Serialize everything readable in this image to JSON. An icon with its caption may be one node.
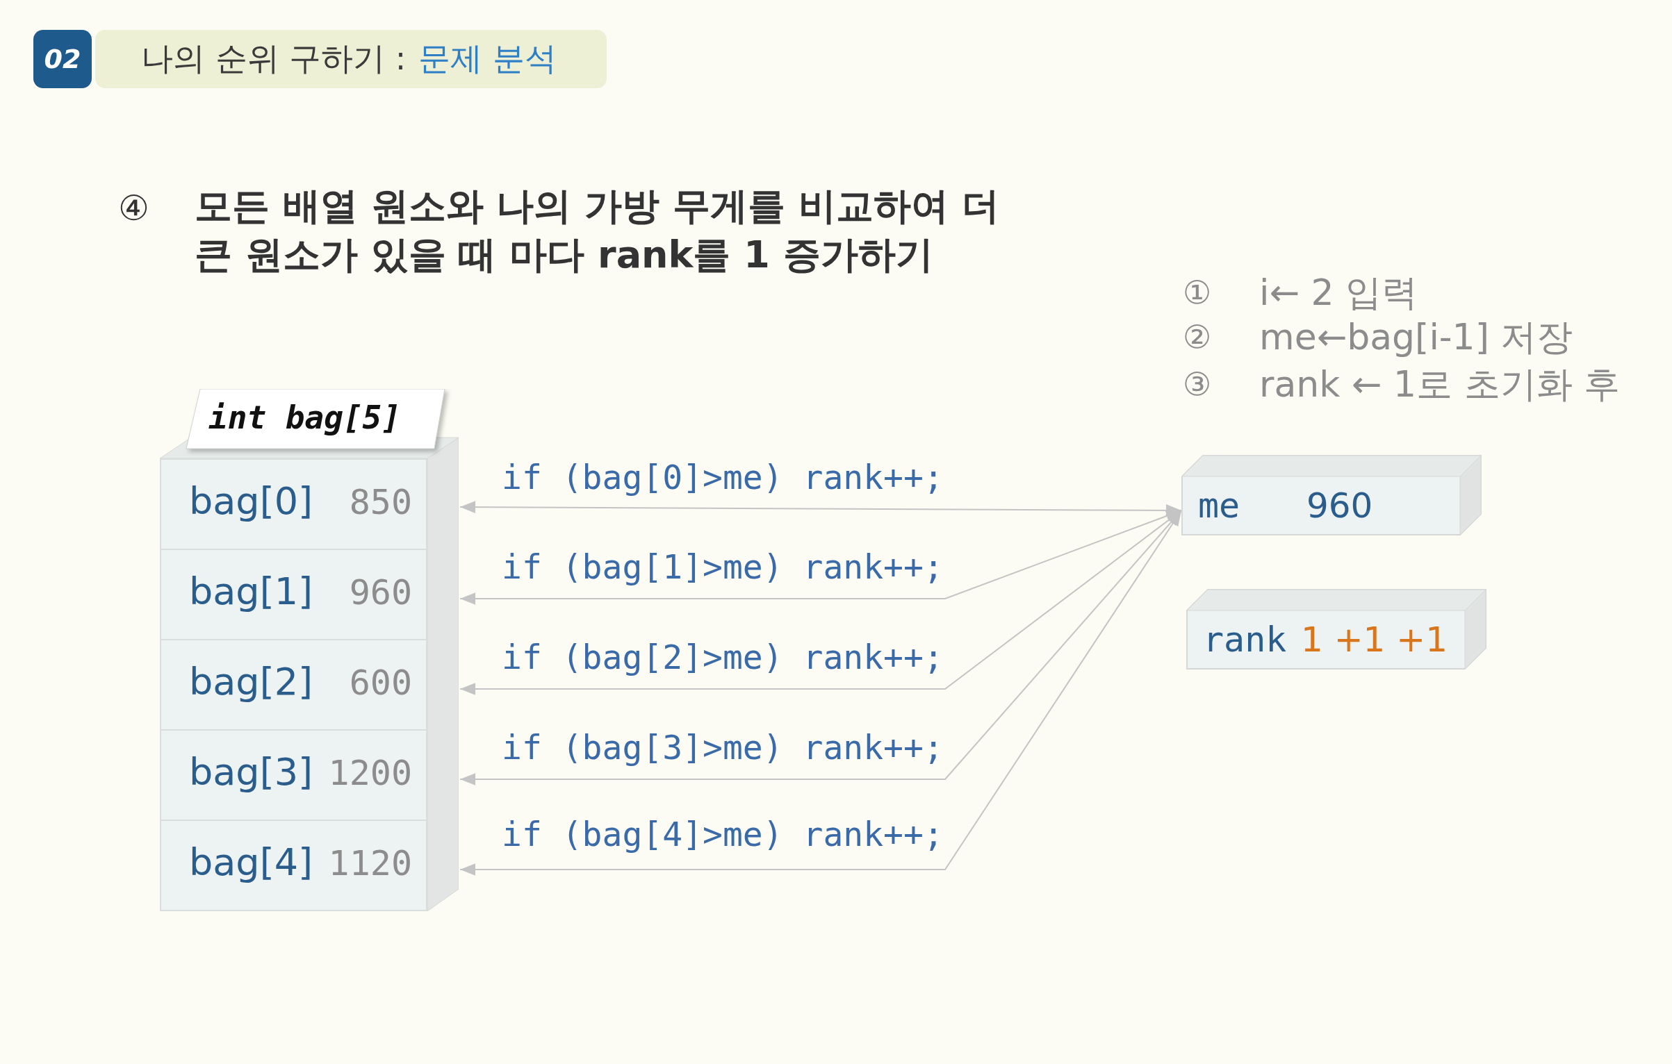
{
  "diagram": {
    "nodes": [
      {
        "text": [
          "02"
        ]
      },
      {
        "text": [
          "나의 순위 구하기 :",
          "문제 분석"
        ]
      },
      {
        "text": [
          "int bag[5]"
        ]
      },
      {
        "text": [
          "bag[0]",
          "850"
        ],
        "in": 2
      },
      {
        "text": [
          "bag[1]",
          "960"
        ],
        "in": 2
      },
      {
        "text": [
          "bag[2]",
          "600"
        ],
        "in": 2
      },
      {
        "text": [
          "bag[3]",
          "1200"
        ],
        "in": 2
      },
      {
        "text": [
          "bag[4]",
          "1120"
        ],
        "in": 2
      },
      {
        "text": [
          "me",
          "960"
        ]
      },
      {
        "text": [
          "rank",
          "1 +1 +1"
        ]
      }
    ],
    "edges": [
      {
        "from": 3,
        "to": 8,
        "arrow": "both"
      },
      {
        "from": 4,
        "to": 8,
        "arrow": "both"
      },
      {
        "from": 5,
        "to": 8,
        "arrow": "both"
      },
      {
        "from": 6,
        "to": 8,
        "arrow": "both"
      },
      {
        "from": 7,
        "to": 8,
        "arrow": "both"
      }
    ],
    "labels": [
      "④",
      "모든 배열 원소와 나의 가방 무게를 비교하여 더 큰 원소가 있을 때 마다 rank를 1 증가하기",
      "①",
      "i← 2 입력",
      "②",
      "me←bag[i-1] 저장",
      "③",
      "rank ← 1로 초기화 후",
      "if (bag[0]>me) rank++;",
      "if (bag[1]>me) rank++;",
      "if (bag[2]>me) rank++;",
      "if (bag[3]>me) rank++;",
      "if (bag[4]>me) rank++;"
    ]
  }
}
